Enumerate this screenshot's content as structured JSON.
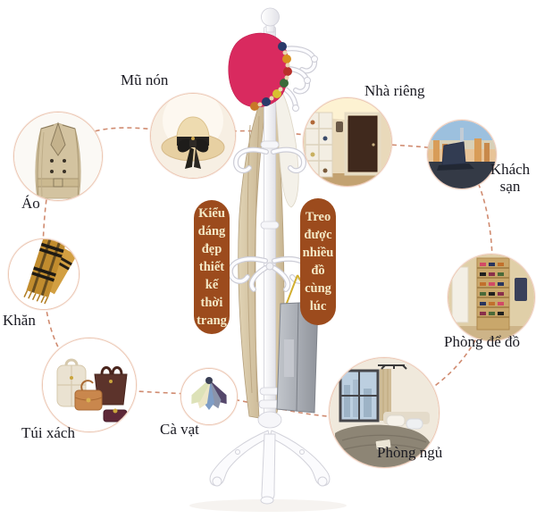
{
  "callouts": [
    {
      "label": "Mũ nón",
      "photo": "straw-hat"
    },
    {
      "label": "Nhà riêng",
      "photo": "home-entryway"
    },
    {
      "label": "Khách sạn",
      "photo": "hotel-desk-city-view"
    },
    {
      "label": "Phòng để đồ",
      "photo": "shoe-storage-room"
    },
    {
      "label": "Phòng ngủ",
      "photo": "bedroom"
    },
    {
      "label": "Cà vạt",
      "photo": "neckties-fan"
    },
    {
      "label": "Túi xách",
      "photo": "handbags"
    },
    {
      "label": "Khăn",
      "photo": "plaid-scarf"
    },
    {
      "label": "Áo",
      "photo": "trench-coat"
    }
  ],
  "badges": {
    "left": {
      "words": [
        "Kiểu",
        "dáng",
        "đẹp",
        "thiết",
        "kế",
        "thời",
        "trang"
      ]
    },
    "right": {
      "words": [
        "Treo",
        "được",
        "nhiều",
        "đồ",
        "cùng",
        "lúc"
      ]
    }
  },
  "colors": {
    "badge_bg": "#9c4b1d",
    "badge_text": "#f4e9c6",
    "label_text": "#1a1a22",
    "dash_line": "#d08b70",
    "circle_border": "#ecc6b2",
    "hat_pink": "#d92a5f",
    "bag_gray": "#9aa0a8",
    "rack_white": "#fcfcff"
  }
}
